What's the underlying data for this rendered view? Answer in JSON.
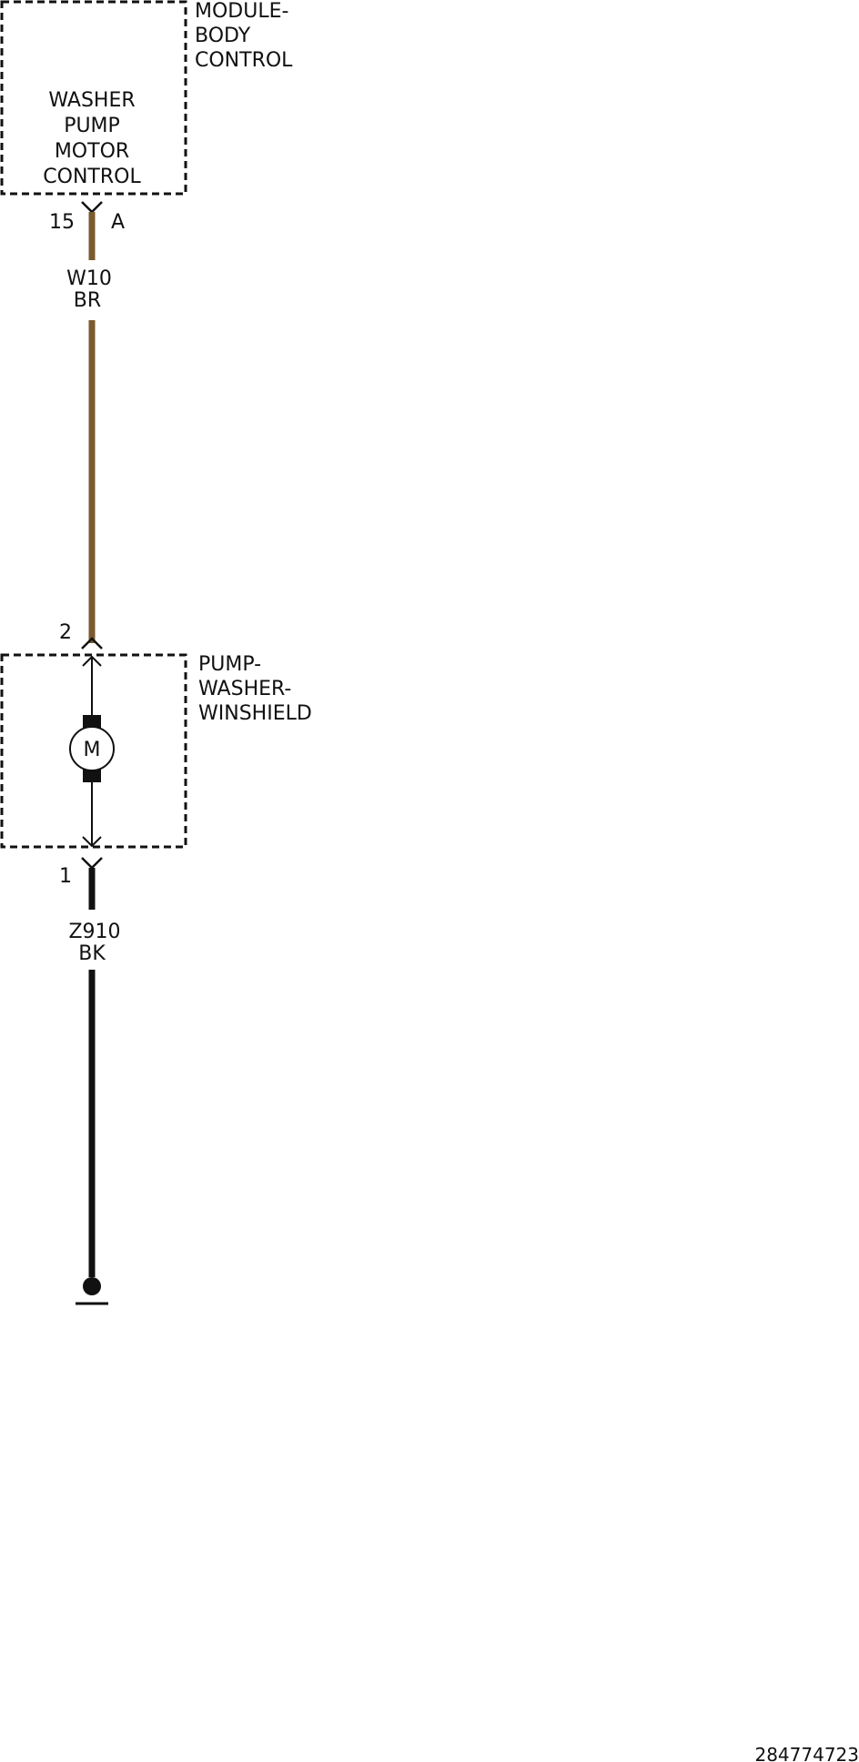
{
  "module_body_control": {
    "label_lines": [
      "MODULE-",
      "BODY",
      "CONTROL"
    ],
    "function_lines": [
      "WASHER",
      "PUMP",
      "MOTOR",
      "CONTROL"
    ],
    "pin": "15",
    "connector": "A"
  },
  "wire_w10": {
    "circuit": "W10",
    "color_code": "BR",
    "color": "#7a5a2e"
  },
  "pump": {
    "label_lines": [
      "PUMP-",
      "WASHER-",
      "WINSHIELD"
    ],
    "pin_top": "2",
    "pin_bottom": "1",
    "motor_symbol": "M"
  },
  "wire_z910": {
    "circuit": "Z910",
    "color_code": "BK",
    "color": "#111111"
  },
  "ground_icon": "ground-icon",
  "figure_id": "284774723"
}
